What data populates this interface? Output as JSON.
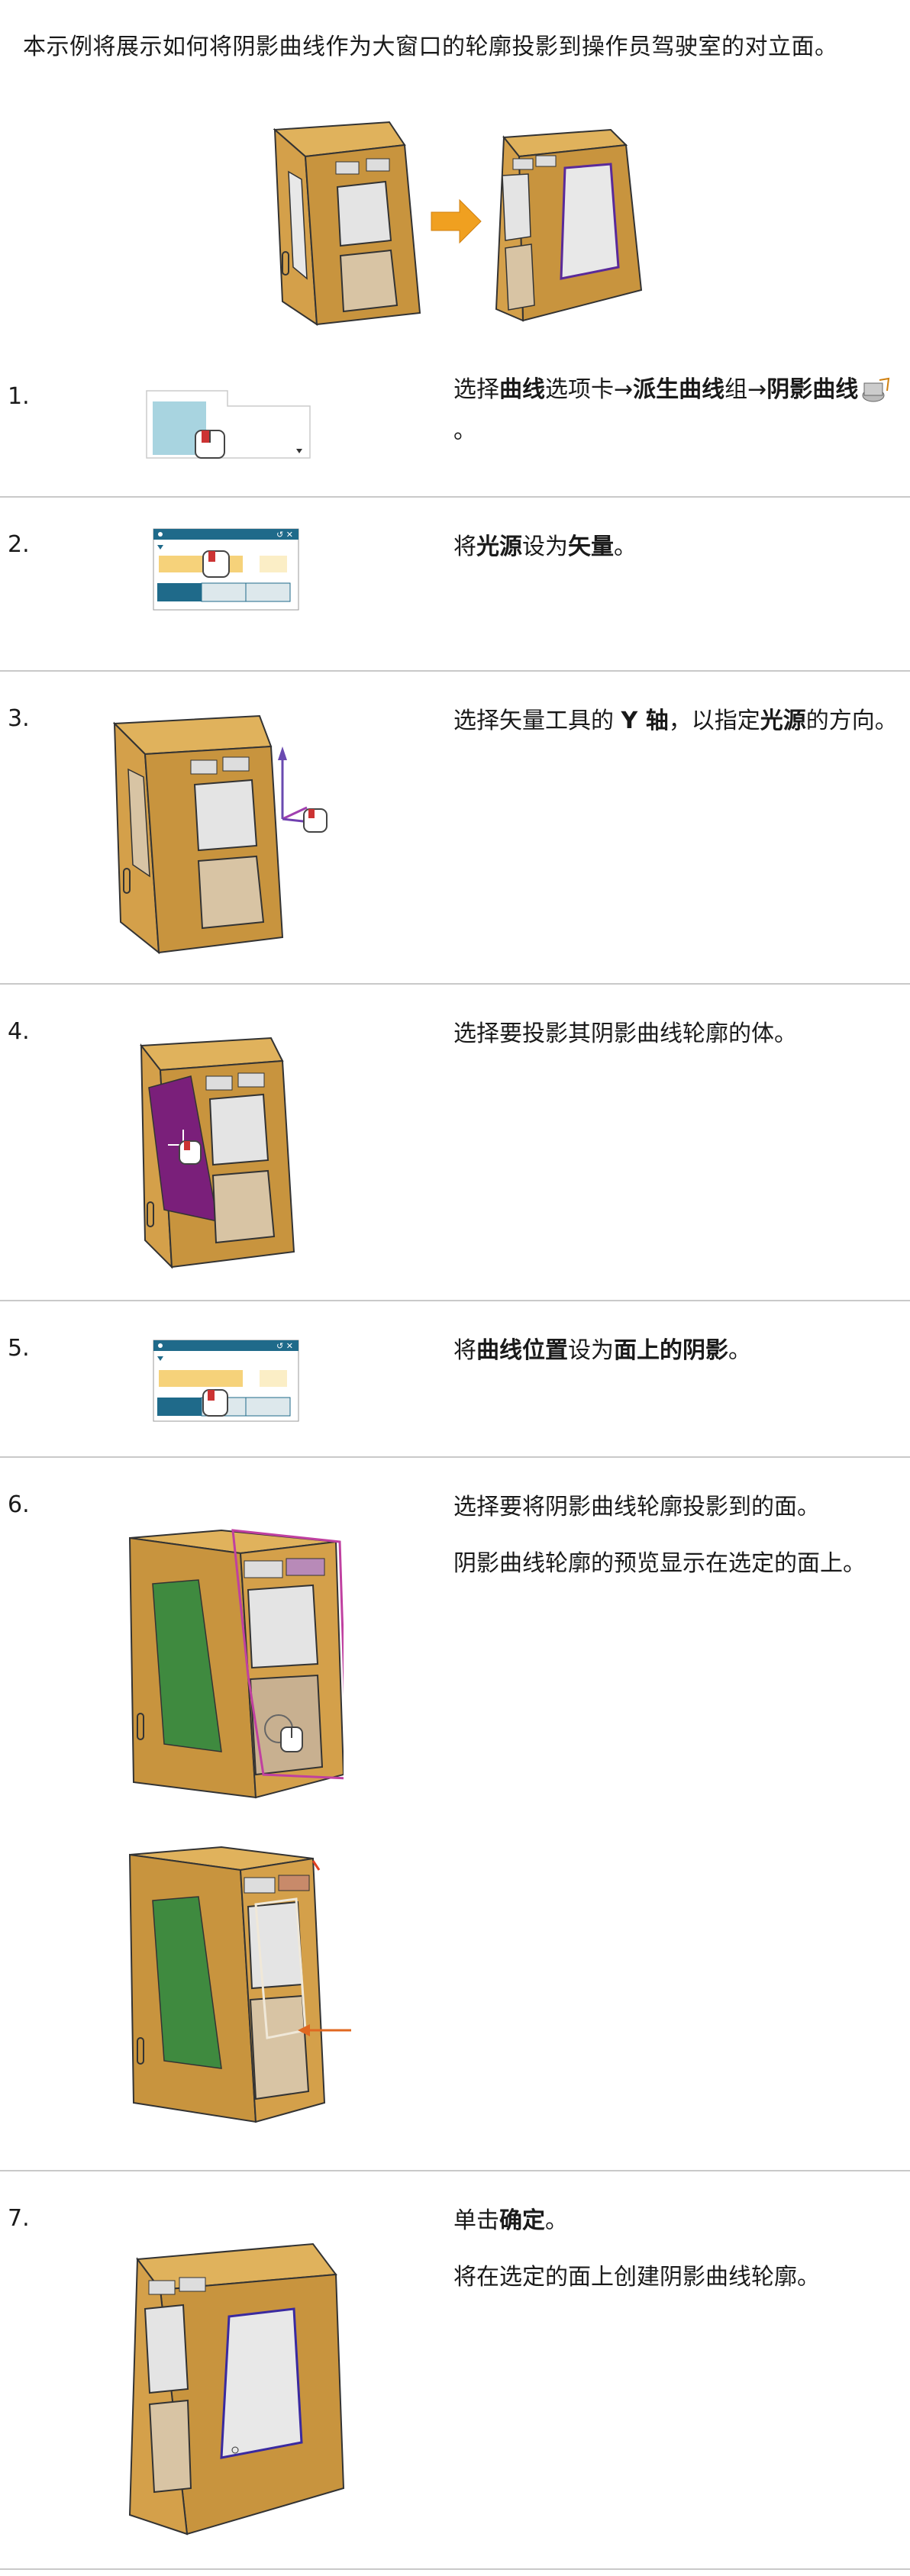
{
  "intro": "本示例将展示如何将阴影曲线作为大窗口的轮廓投影到操作员驾驶室的对立面。",
  "steps": [
    {
      "num": "1.",
      "parts": [
        [
          "选择",
          ""
        ],
        [
          "曲线",
          "b"
        ],
        [
          "选项卡→",
          ""
        ],
        [
          "派生曲线",
          "b"
        ],
        [
          "组→",
          ""
        ],
        [
          "阴影曲线",
          "b"
        ],
        [
          "。",
          ""
        ]
      ],
      "icon": "shadow-curve-command-icon"
    },
    {
      "num": "2.",
      "parts": [
        [
          "将",
          ""
        ],
        [
          "光源",
          "b"
        ],
        [
          "设为",
          ""
        ],
        [
          "矢量",
          "b"
        ],
        [
          "。",
          ""
        ]
      ]
    },
    {
      "num": "3.",
      "parts": [
        [
          "选择矢量工具的 ",
          ""
        ],
        [
          "Y 轴",
          "b"
        ],
        [
          "，以指定",
          ""
        ],
        [
          "光源",
          "b"
        ],
        [
          "的方向。",
          ""
        ]
      ]
    },
    {
      "num": "4.",
      "parts": [
        [
          "选择要投影其阴影曲线轮廓的体。",
          ""
        ]
      ]
    },
    {
      "num": "5.",
      "parts": [
        [
          "将",
          ""
        ],
        [
          "曲线位置",
          "b"
        ],
        [
          "设为",
          ""
        ],
        [
          "面上的阴影",
          "b"
        ],
        [
          "。",
          ""
        ]
      ]
    },
    {
      "num": "6.",
      "parts": [
        [
          "选择要将阴影曲线轮廓投影到的面。",
          ""
        ]
      ],
      "extra": "阴影曲线轮廓的预览显示在选定的面上。"
    },
    {
      "num": "7.",
      "parts": [
        [
          "单击",
          ""
        ],
        [
          "确定",
          "b"
        ],
        [
          "。",
          ""
        ]
      ],
      "extra": "将在选定的面上创建阴影曲线轮廓。"
    }
  ],
  "colors": {
    "cab": "#d4a04a",
    "cab_dark": "#b9852f",
    "glass": "#d9d9d9",
    "purple": "#7a1f7a",
    "green": "#3f8a3f",
    "magenta": "#c040a0",
    "orange": "#f0a020",
    "dialog": "#1f6a8a"
  }
}
